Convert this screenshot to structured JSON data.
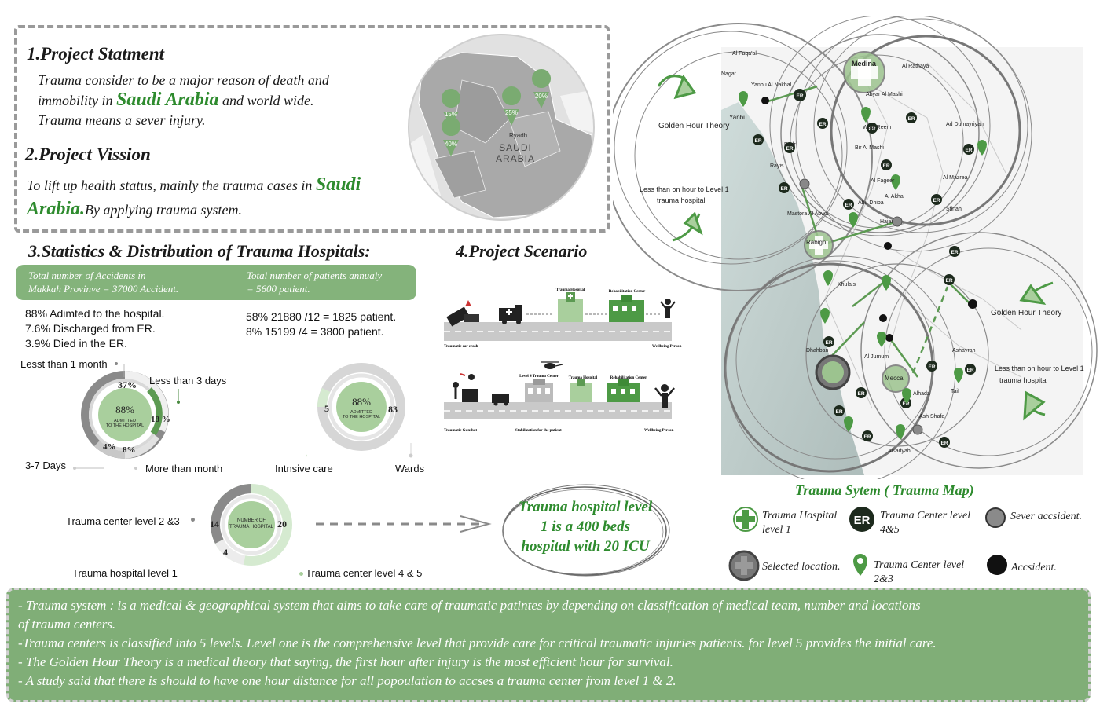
{
  "statement": {
    "title1": "1.Project Statment",
    "text1_a": "Trauma consider to be a major reason of  death and",
    "text1_b": "immobility in",
    "text1_hl": "Saudi Arabia",
    "text1_c": "and world wide.",
    "text1_d": "Trauma means a sever injury.",
    "title2": "2.Project Vission",
    "text2_a": "To lift up health status, mainly the trauma cases in",
    "text2_hl1": "Saudi",
    "text2_hl2": "Arabia.",
    "text2_b": "By applying trauma system."
  },
  "inset_map": {
    "pins": [
      "15%",
      "25%",
      "20%",
      "40%"
    ],
    "city": "Ryadh",
    "country_line1": "SAUDI",
    "country_line2": "ARABIA"
  },
  "stats": {
    "title": "3.Statistics & Distribution of  Trauma Hospitals:",
    "band_left_1": "Total number of  Accidents in",
    "band_left_2": "Makkah Provinve = 37000 Accident.",
    "band_right_1": "Total number of  patients annualy",
    "band_right_2": "= 5600 patient.",
    "left_lines": [
      "88%  Adimted to the hospital.",
      "7.6% Discharged from ER.",
      "3.9% Died in the ER."
    ],
    "right_lines": [
      "58% 21880 /12 = 1825 patient.",
      "8% 15199 /4 = 3800 patient."
    ]
  },
  "donut1": {
    "center_value": "88%",
    "center_label_1": "ADMITTED",
    "center_label_2": "TO THE HOSPITAL",
    "v37": "37%",
    "v18": "18 %",
    "v4": "4%",
    "v8": "8%",
    "lbl_less_1_month": "Lesst than 1 month",
    "lbl_less_3_days": "Less than 3 days",
    "lbl_3_7_days": "3-7 Days",
    "lbl_more_month": "More than month",
    "segments": [
      {
        "label": "Lesst than 1 month",
        "value": 37,
        "color": "#8a8a8a"
      },
      {
        "label": "Less than 3 days",
        "value": 18,
        "color": "#5c9a52"
      },
      {
        "label": "3-7 Days",
        "value": 4,
        "color": "#c8c8c8"
      },
      {
        "label": "More than month",
        "value": 8,
        "color": "#e2e2e2"
      }
    ]
  },
  "donut2": {
    "center_value": "88%",
    "center_label_1": "ADMITTED",
    "center_label_2": "TO THE HOSPITAL",
    "left_value": "5",
    "right_value": "83",
    "lbl_left": "Intnsive care",
    "lbl_right": "Wards"
  },
  "donut3": {
    "center_label_1": "NUMBER OF",
    "center_label_2": "TRAUMA HOSPITAL",
    "v14": "14",
    "v20": "20",
    "v4": "4",
    "lbl_level23": "Trauma center level 2 &3",
    "lbl_level1": "Trauma hospital level 1",
    "lbl_level45": "Trauma center level 4 & 5"
  },
  "callout": {
    "line1": "Trauma hospital level",
    "line2": "1 is a 400 beds",
    "line3": "hospital with 20 ICU"
  },
  "scenario": {
    "title": "4.Project Scenario",
    "row1": {
      "hospital": "Trauma Hospital",
      "rehab": "Rehabilitation Center",
      "left_caption": "Traumatic car crash",
      "right_caption": "Wellbeing Person"
    },
    "row2": {
      "level4": "Level 4 Trauma Center",
      "hospital": "Trauma Hospital",
      "rehab": "Rehabilitation Center",
      "left_caption": "Traumatic Gunshot",
      "mid_caption": "Stabilization for the patient",
      "right_caption": "Wellbeing Person"
    }
  },
  "map": {
    "title": "Trauma Sytem ( Trauma Map)",
    "golden_hour_left": "Golden Hour Theory",
    "less_hour_left_1": "Less than on hour to Level 1",
    "less_hour_left_2": "trauma hospital",
    "golden_hour_right": "Golden Hour Theory",
    "less_hour_right_1": "Less than on hour to Level 1",
    "less_hour_right_2": "trauma hospital",
    "places": [
      "Al Faqa'ali",
      "Nagaf",
      "Yanbu Al Nakhal",
      "Medina",
      "Al Rathaya",
      "Yanbu",
      "Abyar Al Mashi",
      "Ad Dumayriyah",
      "Wadi Reem",
      "Badr",
      "Bir Al Mashi",
      "Rayis",
      "Al Fageer",
      "Al Mazrea",
      "Al Akhal",
      "Sfinah",
      "Abu Dhiba",
      "Mastora Al Abwa",
      "Hajar",
      "Rabigh",
      "Khulais",
      "Dhahban",
      "Al Jumum",
      "Mecca",
      "Ashayrah",
      "Alhada",
      "Taif",
      "Ash Shafa",
      "Alsadyah"
    ],
    "er_label": "ER"
  },
  "legend": {
    "hospital_l1_1": "Trauma Hospital",
    "hospital_l1_2": "level 1",
    "er_1": "Trauma Center level",
    "er_2": "4&5",
    "severe": "Sever accsident.",
    "selected": "Selected location.",
    "tc23_1": "Trauma Center level",
    "tc23_2": "2&3",
    "accident": "Accsident."
  },
  "notes": {
    "l1": "- Trauma system : is a medical & geographical  system that aims to take care of  traumatic patintes by depending on classification of  medical team, number and locations",
    "l2": "of  trauma centers.",
    "l3": "-Trauma centers is classified into 5 levels. Level one is the comprehensive level that provide care for critical traumatic injuries patients. for level 5 provides the initial care.",
    "l4": "- The Golden Hour Theory is a medical theory that saying, the first hour after injury is the most efficient hour for survival.",
    "l5": "- A study said that there is should to have  one hour distance for all popoulation to accses a trauma center from level 1 & 2."
  },
  "colors": {
    "green": "#2e8b2e",
    "band": "#84b37b",
    "grey": "#8a8a8a"
  }
}
